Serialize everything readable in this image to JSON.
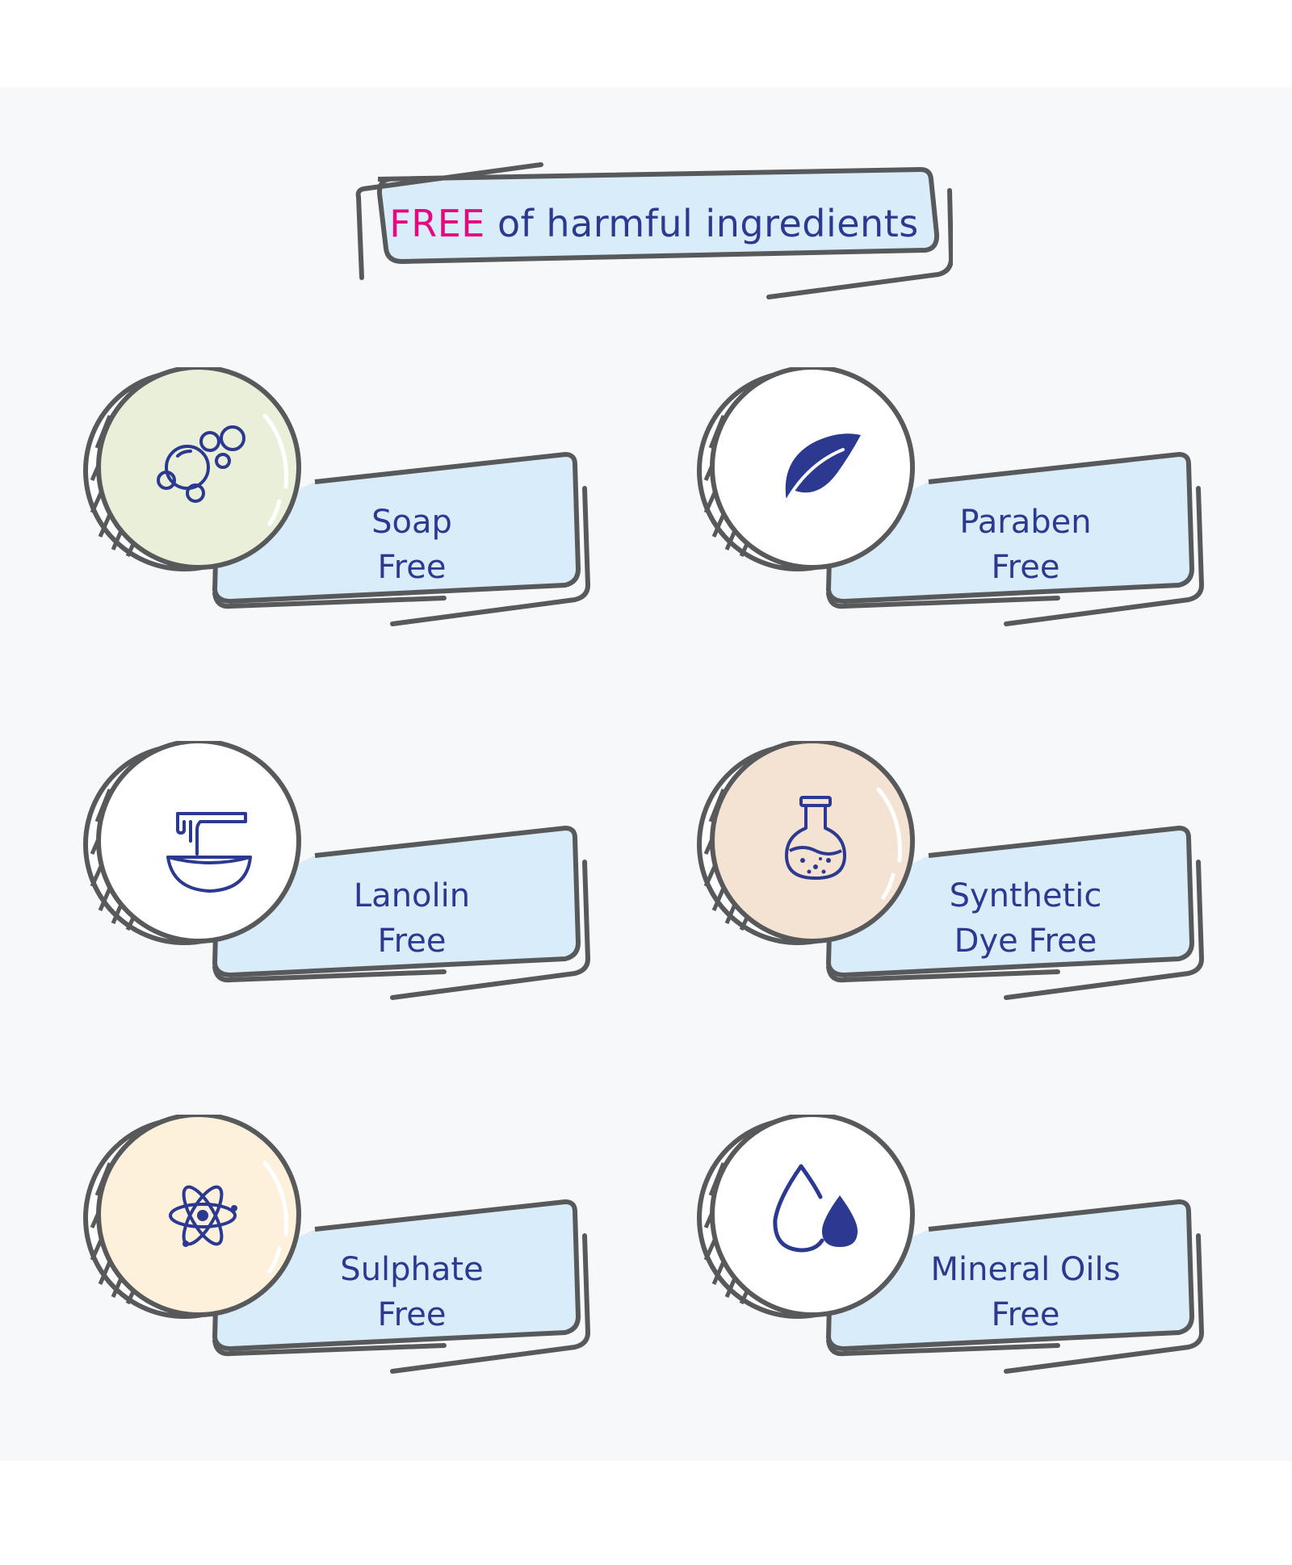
{
  "title": {
    "accent": "FREE",
    "rest": " of harmful ingredients"
  },
  "colors": {
    "text": "#2b3990",
    "accent": "#e5097f",
    "outline": "#58595b",
    "box_fill": "#d9ecfa",
    "page": "#f7f8fa"
  },
  "items": [
    {
      "line1": "Soap",
      "line2": "Free",
      "icon": "bubbles-icon",
      "circle_fill": "#e9efd9"
    },
    {
      "line1": "Paraben",
      "line2": "Free",
      "icon": "leaf-icon",
      "circle_fill": "#ffffff"
    },
    {
      "line1": "Lanolin",
      "line2": "Free",
      "icon": "wax-bowl-icon",
      "circle_fill": "#ffffff"
    },
    {
      "line1": "Synthetic",
      "line2": "Dye Free",
      "icon": "flask-icon",
      "circle_fill": "#f4e2d3"
    },
    {
      "line1": "Sulphate",
      "line2": "Free",
      "icon": "atom-icon",
      "circle_fill": "#fdf1dc"
    },
    {
      "line1": "Mineral Oils",
      "line2": "Free",
      "icon": "oil-drops-icon",
      "circle_fill": "#ffffff"
    }
  ]
}
